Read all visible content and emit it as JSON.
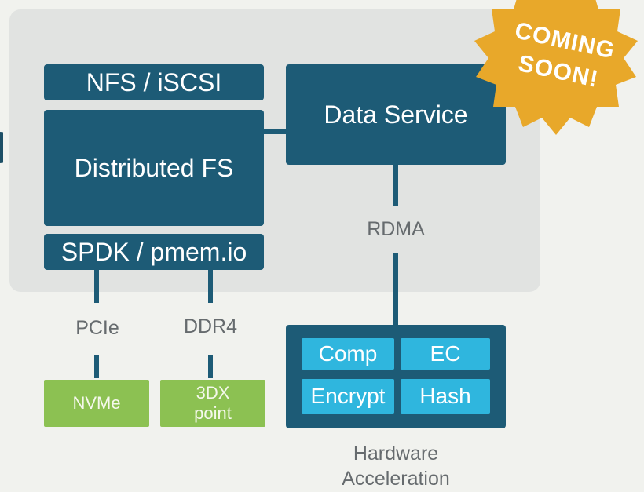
{
  "diagram": {
    "nfs_iscsi": "NFS / iSCSI",
    "distributed_fs": "Distributed FS",
    "spdk_pmem": "SPDK / pmem.io",
    "data_service": "Data Service",
    "rdma": "RDMA",
    "pcie": "PCIe",
    "ddr4": "DDR4",
    "nvme": "NVMe",
    "xpoint_line1": "3DX",
    "xpoint_line2": "point",
    "comp": "Comp",
    "ec": "EC",
    "encrypt": "Encrypt",
    "hash": "Hash",
    "hw_line1": "Hardware",
    "hw_line2": "Acceleration",
    "badge_line1": "COMING",
    "badge_line2": "SOON!"
  },
  "colors": {
    "dark_box": "#1d5b76",
    "panel": "#e1e3e1",
    "green": "#8cc152",
    "cyan": "#2fb6de",
    "badge": "#e8a82a"
  }
}
